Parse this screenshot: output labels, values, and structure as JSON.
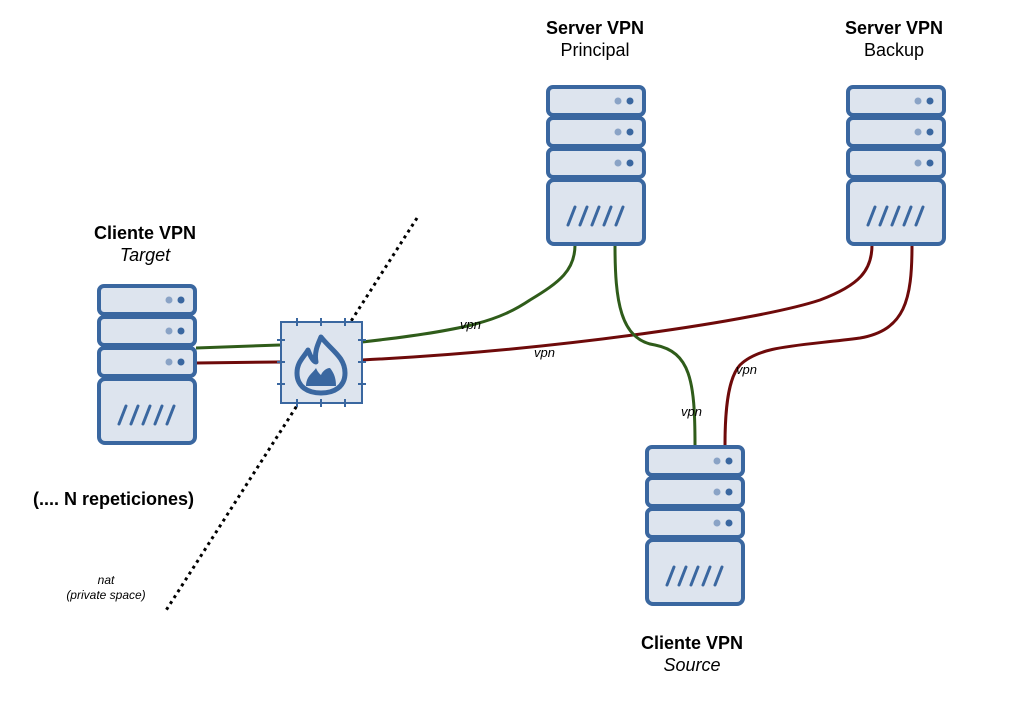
{
  "nodes": {
    "server_principal": {
      "title": "Server VPN",
      "subtitle": "Principal"
    },
    "server_backup": {
      "title": "Server VPN",
      "subtitle": "Backup"
    },
    "client_target": {
      "title": "Cliente VPN",
      "subtitle": "Target"
    },
    "client_source": {
      "title": "Cliente VPN",
      "subtitle": "Source"
    }
  },
  "connection_labels": {
    "target_to_principal": "vpn",
    "target_to_backup": "vpn",
    "principal_to_source": "vpn",
    "backup_to_source": "vpn"
  },
  "repetition_note": "(.... N repeticiones)",
  "nat": {
    "line1": "nat",
    "line2": "(private space)"
  },
  "firewall": {
    "icon": "firewall-flame-icon"
  },
  "colors": {
    "server_stroke": "#3a67a0",
    "server_fill": "#dde4ee",
    "link_principal": "#2f5c1a",
    "link_backup": "#6e0a0a"
  }
}
